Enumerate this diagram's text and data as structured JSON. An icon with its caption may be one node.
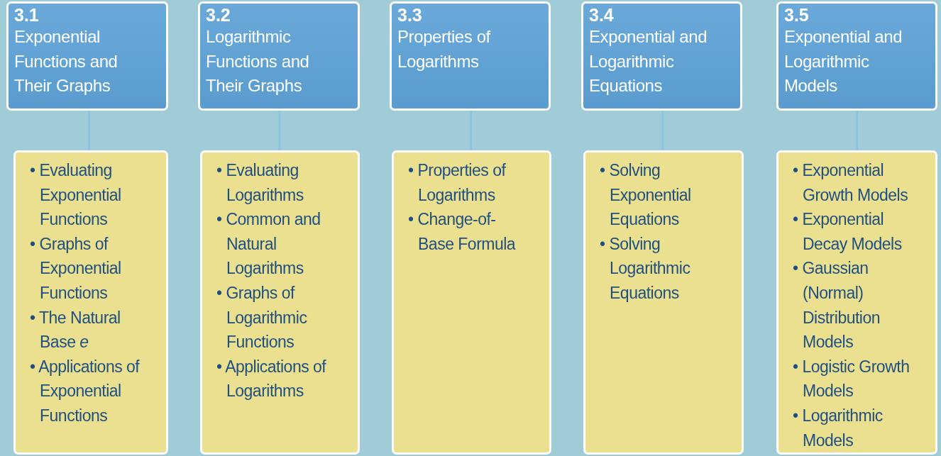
{
  "diagram": {
    "nodes": [
      {
        "text": [
          "3.1",
          "Exponential Functions and Their Graphs"
        ]
      },
      {
        "text": [
          "3.2",
          "Logarithmic Functions and Their Graphs"
        ]
      },
      {
        "text": [
          "3.3",
          "Properties of Logarithms"
        ]
      },
      {
        "text": [
          "3.4",
          "Exponential and Logarithmic Equations"
        ]
      },
      {
        "text": [
          "3.5",
          "Exponential and Logarithmic Models"
        ]
      },
      {
        "text": [
          "• Evaluating Exponential Functions",
          "• Graphs of Exponential Functions",
          "• The Natural Base *e*",
          "• Applications of Exponential Functions"
        ]
      },
      {
        "text": [
          "• Evaluating Logarithms",
          "• Common and Natural Logarithms",
          "• Graphs of Logarithmic Functions",
          "• Applications of Logarithms"
        ]
      },
      {
        "text": [
          "• Properties of Logarithms",
          "• Change-of-Base Formula"
        ]
      },
      {
        "text": [
          "• Solving Exponential Equations",
          "• Solving Logarithmic Equations"
        ]
      },
      {
        "text": [
          "• Exponential Growth Models",
          "• Exponential Decay Models",
          "• Gaussian (Normal) Distribution Models",
          "• Logistic Growth Models",
          "• Logarithmic Models"
        ]
      }
    ],
    "edges": [
      {
        "from": 0,
        "to": 5,
        "arrow": "none"
      },
      {
        "from": 1,
        "to": 6,
        "arrow": "none"
      },
      {
        "from": 2,
        "to": 7,
        "arrow": "none"
      },
      {
        "from": 3,
        "to": 8,
        "arrow": "none"
      },
      {
        "from": 4,
        "to": 9,
        "arrow": "none"
      }
    ]
  }
}
